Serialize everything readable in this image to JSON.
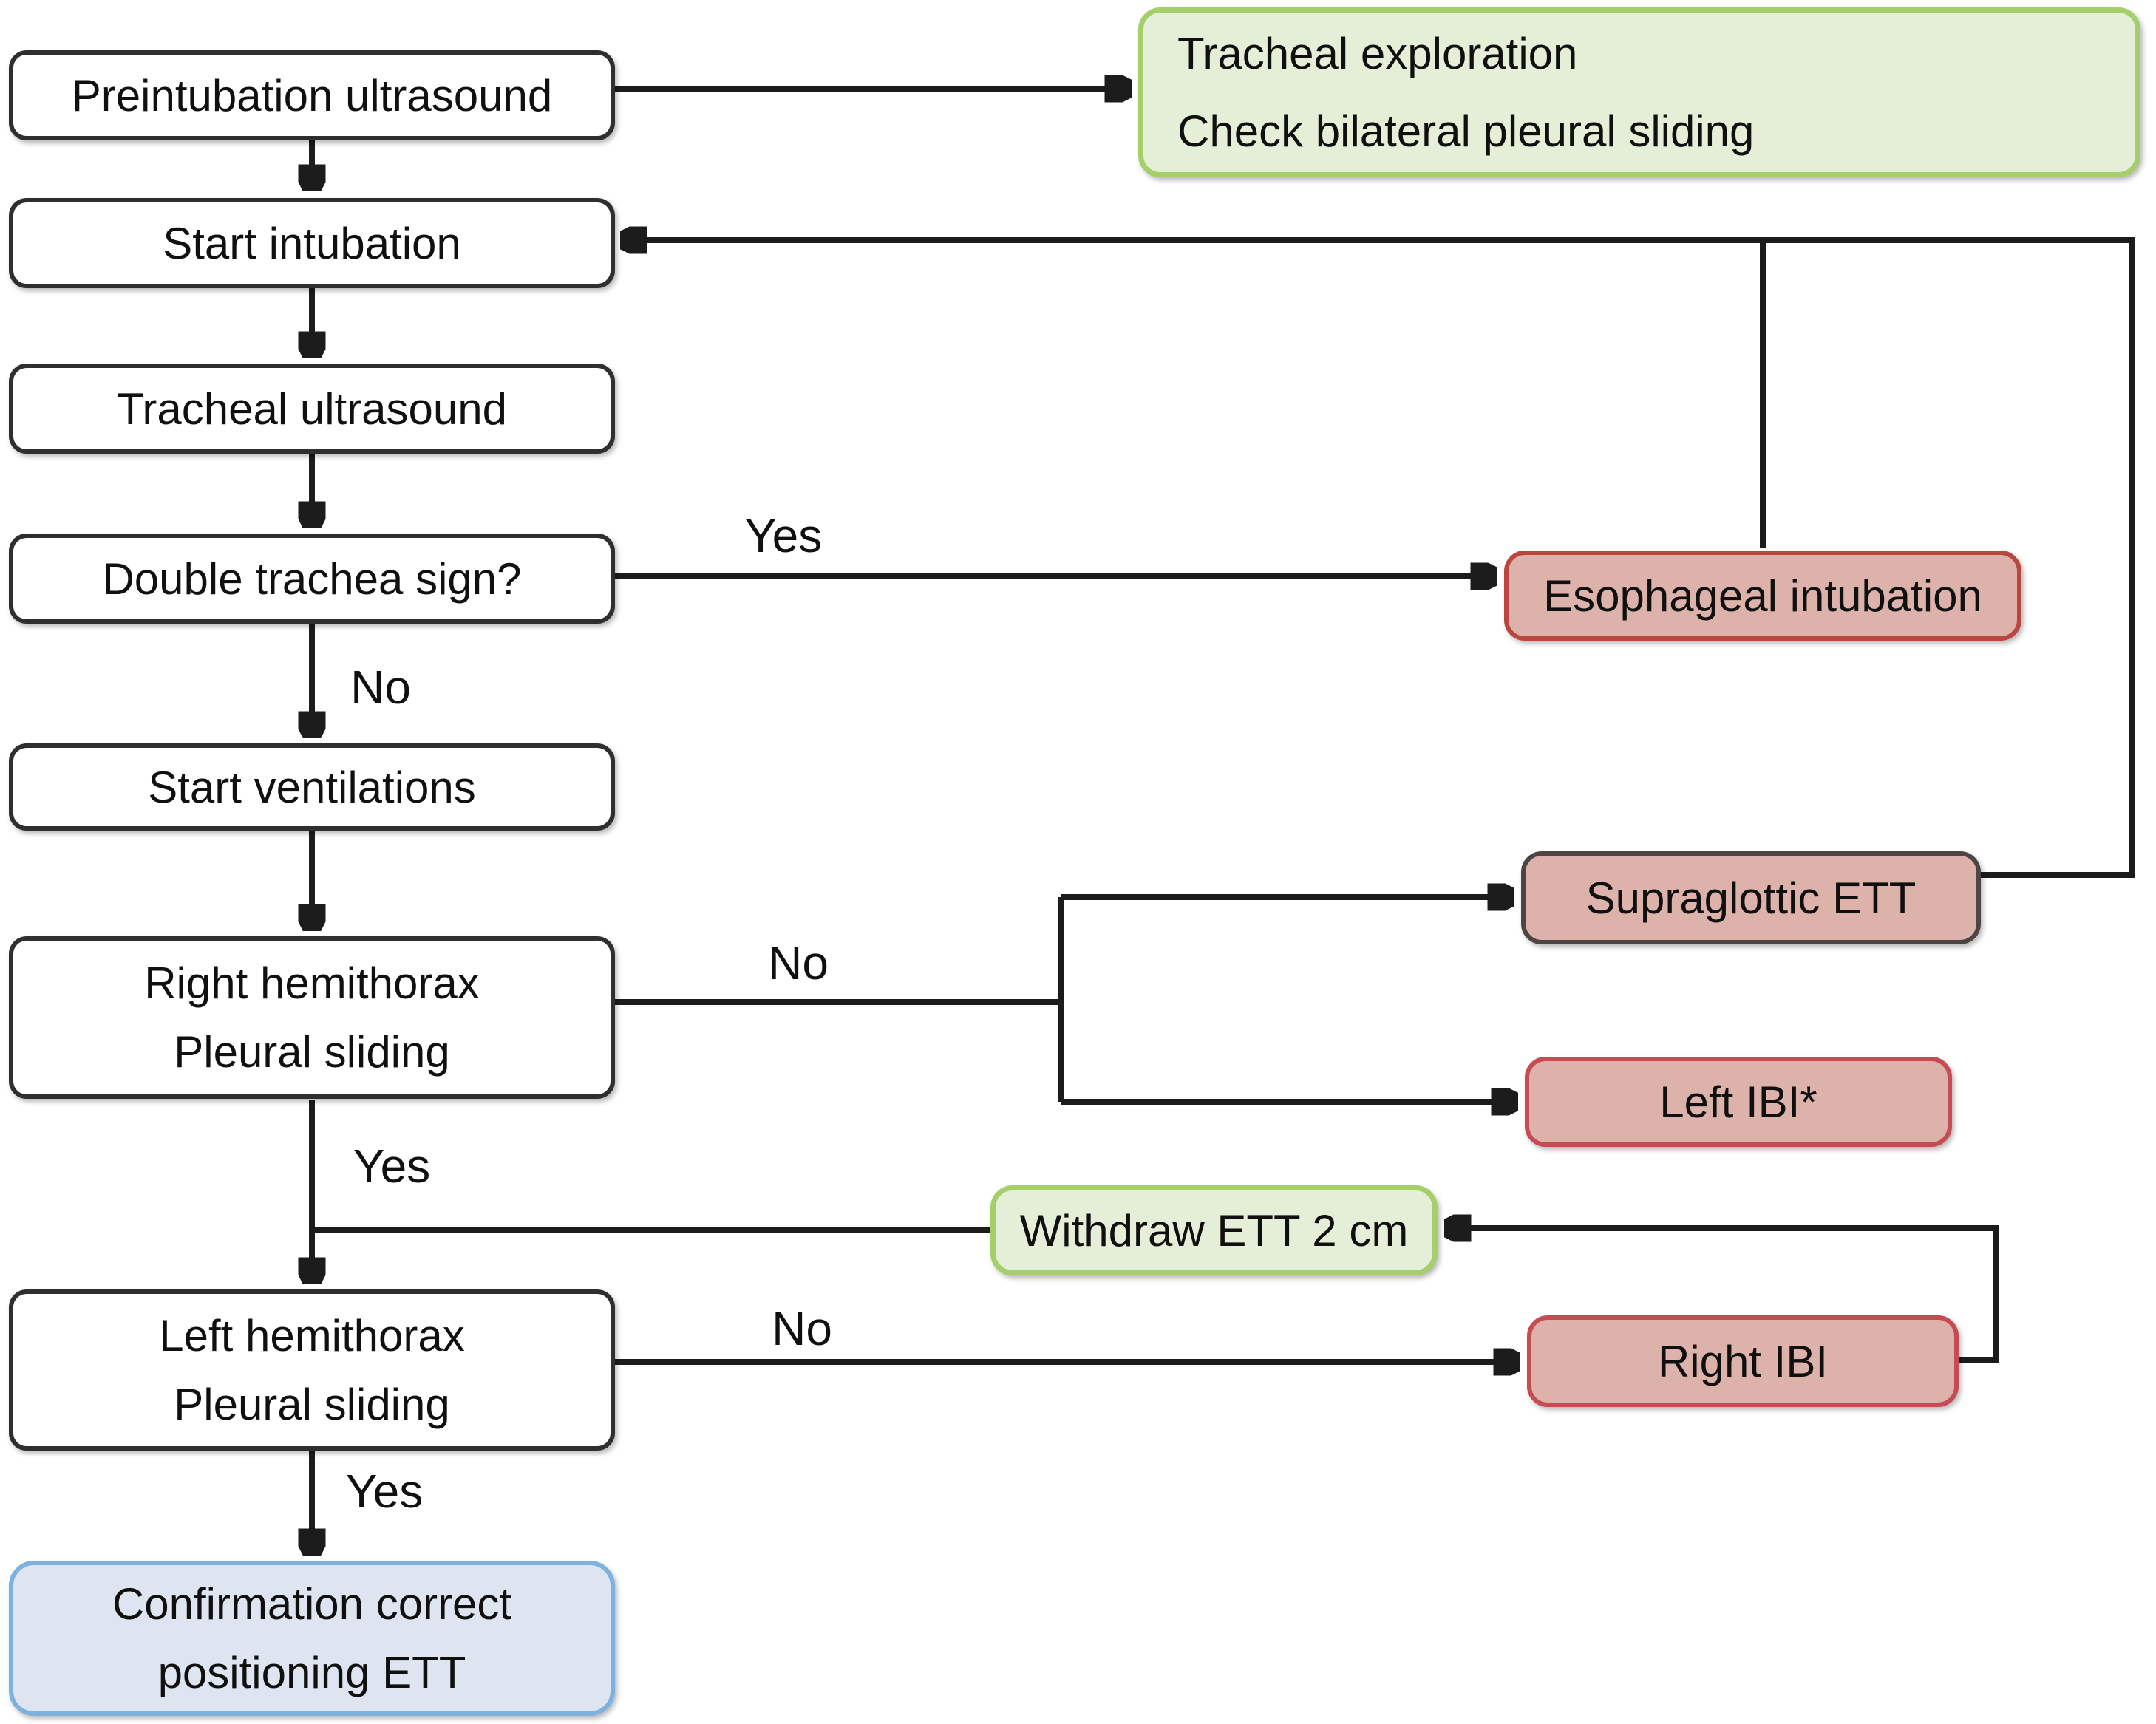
{
  "diagram": {
    "type": "flowchart",
    "nodes": {
      "preintubation": {
        "label": "Preintubation ultrasound"
      },
      "tracheal_exploration": {
        "line1": "Tracheal exploration",
        "line2": "Check bilateral pleural sliding"
      },
      "start_intubation": {
        "label": "Start intubation"
      },
      "tracheal_ultrasound": {
        "label": "Tracheal ultrasound"
      },
      "double_trachea": {
        "label": "Double trachea sign?"
      },
      "esophageal": {
        "label": "Esophageal intubation"
      },
      "start_ventilations": {
        "label": "Start ventilations"
      },
      "right_hemithorax": {
        "line1": "Right hemithorax",
        "line2": "Pleural sliding"
      },
      "supraglottic": {
        "label": "Supraglottic ETT"
      },
      "left_ibi": {
        "label": "Left IBI*"
      },
      "withdraw": {
        "label": "Withdraw ETT 2 cm"
      },
      "left_hemithorax": {
        "line1": "Left hemithorax",
        "line2": "Pleural sliding"
      },
      "right_ibi": {
        "label": "Right IBI"
      },
      "confirmation": {
        "line1": "Confirmation correct",
        "line2": "positioning ETT"
      }
    },
    "edge_labels": {
      "double_trachea_yes": "Yes",
      "double_trachea_no": "No",
      "right_hemithorax_no": "No",
      "right_hemithorax_yes": "Yes",
      "left_hemithorax_no": "No",
      "left_hemithorax_yes": "Yes"
    },
    "colors": {
      "background": "#ffffff",
      "line": "#1c1c1c",
      "box_fill": "#ffffff",
      "box_border": "#2f2f2f",
      "green_fill": "#e5efd7",
      "green_border": "#a5cf6b",
      "salmon_fill": "#dcb2aa",
      "red_border": "#bb453f",
      "crimson_border": "#c74b52",
      "dark_border": "#4d4543",
      "blue_fill": "#dee5f0",
      "blue_border": "#7cb2e0"
    }
  }
}
